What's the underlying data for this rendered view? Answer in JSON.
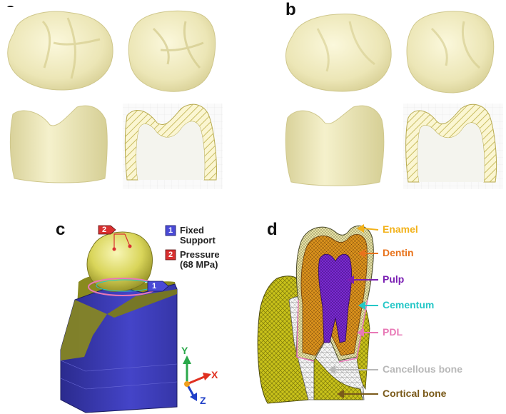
{
  "panels": {
    "a": "a",
    "b": "b",
    "c": "c",
    "d": "d"
  },
  "legend": {
    "items": [
      {
        "num": "1",
        "label": "Fixed\nSupport",
        "color": "#4a4ad6"
      },
      {
        "num": "2",
        "label": "Pressure\n(68 MPa)",
        "color": "#d93030"
      }
    ]
  },
  "axes": {
    "x": "X",
    "y": "Y",
    "z": "Z"
  },
  "structures": [
    {
      "label": "Enamel",
      "color": "#f2b21b"
    },
    {
      "label": "Dentin",
      "color": "#e8731c"
    },
    {
      "label": "Pulp",
      "color": "#7a1fb3"
    },
    {
      "label": "Cementum",
      "color": "#25c7c7"
    },
    {
      "label": "PDL",
      "color": "#e878b6"
    },
    {
      "label": "Cancellous bone",
      "color": "#b8b8b8"
    },
    {
      "label": "Cortical bone",
      "color": "#7a5a1a"
    }
  ]
}
